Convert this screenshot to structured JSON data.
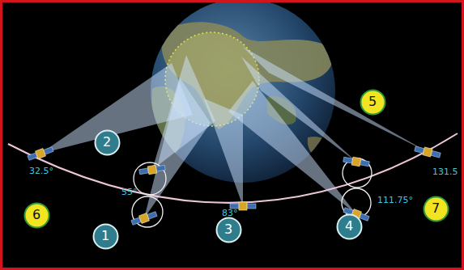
{
  "diagram": {
    "nodes": [
      {
        "text": [
          "1"
        ]
      },
      {
        "text": [
          "2"
        ]
      },
      {
        "text": [
          "3"
        ]
      },
      {
        "text": [
          "4"
        ]
      },
      {
        "text": [
          "5"
        ]
      },
      {
        "text": [
          "6"
        ]
      },
      {
        "text": [
          "7"
        ]
      }
    ],
    "labels": [
      "32.5°",
      "55°",
      "83°",
      "111.75°",
      "131.5"
    ]
  }
}
